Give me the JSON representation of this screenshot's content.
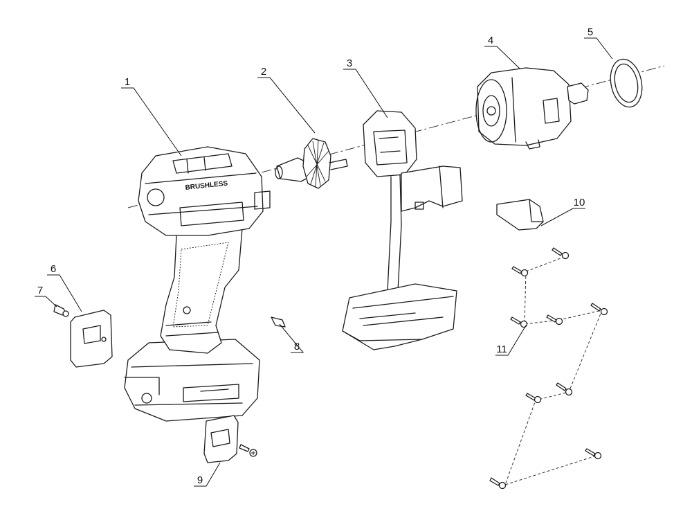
{
  "diagram": {
    "brand_text": "BRUSHLESS",
    "callouts": [
      {
        "id": "1",
        "label": "1"
      },
      {
        "id": "2",
        "label": "2"
      },
      {
        "id": "3",
        "label": "3"
      },
      {
        "id": "4",
        "label": "4"
      },
      {
        "id": "5",
        "label": "5"
      },
      {
        "id": "6",
        "label": "6"
      },
      {
        "id": "7",
        "label": "7"
      },
      {
        "id": "8",
        "label": "8"
      },
      {
        "id": "9",
        "label": "9"
      },
      {
        "id": "10",
        "label": "10"
      },
      {
        "id": "11",
        "label": "11"
      }
    ]
  }
}
